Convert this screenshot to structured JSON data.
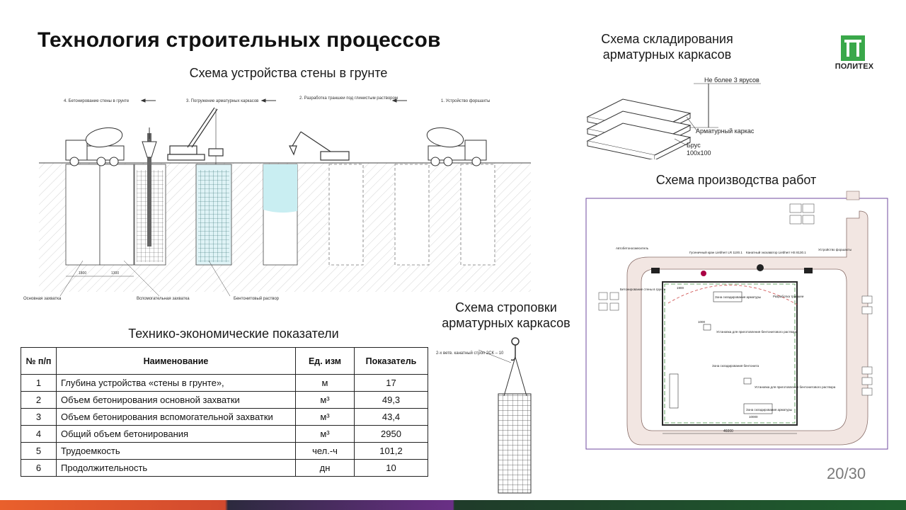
{
  "slide": {
    "title": "Технология строительных процессов",
    "page_number": "20/30"
  },
  "logo": {
    "glyph": "П",
    "text": "ПОЛИТЕХ",
    "color": "#3aa84a"
  },
  "captions": {
    "wall_scheme": "Схема устройства стены в грунте",
    "storage_scheme": "Схема складирования арматурных каркасов",
    "works_scheme": "Схема производства работ",
    "sling_scheme": "Схема строповки арматурных каркасов",
    "kpi_title": "Технико-экономические показатели"
  },
  "wall_diagram": {
    "steps": [
      "4. Бетонирование стены в грунте",
      "3. Погружение арматурных каркасов",
      "2. Разработка траншеи под глинистым раствором",
      "1. Устройство форшахты"
    ],
    "dims": [
      "1800",
      "1300"
    ],
    "labels": [
      "Основная захватка",
      "Вспомогательная захватка",
      "Бентонитовый раствор"
    ]
  },
  "storage_diagram": {
    "labels": [
      "Не более 3 ярусов",
      "Арматурный каркас",
      "Брус",
      "100x100"
    ]
  },
  "sling_diagram": {
    "label": "2-х ветв. канатный строп 2СК – 10"
  },
  "works_plan": {
    "labels": [
      "Автобетоносмеситель",
      "Гусеничный кран Liebherr LR 1100.1",
      "Канатный экскаватор Liebherr HS 8130.1",
      "Устройство форшахты",
      "Зона складирования арматуры",
      "Бетонирование стены в грунте",
      "Установка для приготовления бентонитового раствора",
      "Разработка траншеи",
      "Зона складирования бентонита",
      "Установка для приготовления бентонитового раствора",
      "Зона складирования арматуры"
    ],
    "dims": [
      "46000",
      "1900",
      "1000",
      "10000"
    ]
  },
  "kpi_table": {
    "headers": {
      "num": "№ п/п",
      "name": "Наименование",
      "unit": "Ед. изм",
      "value": "Показатель"
    },
    "rows": [
      {
        "num": "1",
        "name": "Глубина  устройства «стены  в грунте»,",
        "unit": "м",
        "value": "17"
      },
      {
        "num": "2",
        "name": "Объем бетонирования  основной захватки",
        "unit": "м³",
        "value": "49,3"
      },
      {
        "num": "3",
        "name": "Объем бетонирования  вспомогательной  захватки",
        "unit": "м³",
        "value": "43,4"
      },
      {
        "num": "4",
        "name": "Общий объем бетонирования",
        "unit": "м³",
        "value": "2950"
      },
      {
        "num": "5",
        "name": "Трудоемкость",
        "unit": "чел.-ч",
        "value": "101,2"
      },
      {
        "num": "6",
        "name": "Продолжительность",
        "unit": "дн",
        "value": "10"
      }
    ]
  }
}
